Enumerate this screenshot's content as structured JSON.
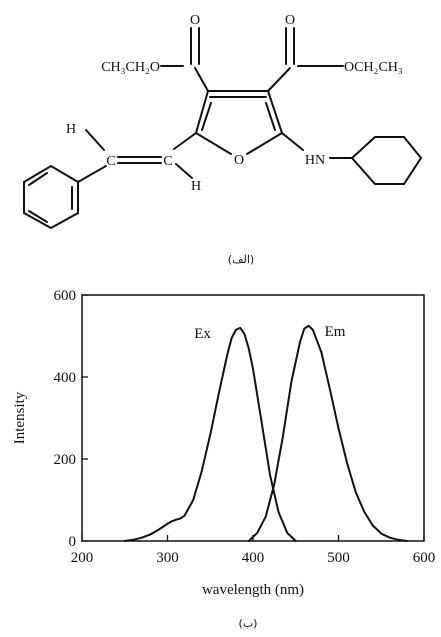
{
  "molecule": {
    "labels": {
      "o_top_left": "O",
      "o_top_right": "O",
      "ester_left": "CH₃CH₂O",
      "ester_right": "OCH₂CH₃",
      "h_top": "H",
      "c_left": "C",
      "c_right": "C",
      "h_bottom": "H",
      "ring_o": "O",
      "hn": "HN"
    }
  },
  "captions": {
    "top": "(الف)",
    "bottom": "(ب)"
  },
  "chart_data": {
    "type": "line",
    "title": "",
    "xlabel": "wavelength (nm)",
    "ylabel": "Intensity",
    "xlim": [
      200,
      600
    ],
    "ylim": [
      0,
      600
    ],
    "xticks": [
      200,
      300,
      400,
      500,
      600
    ],
    "yticks": [
      0,
      200,
      400,
      600
    ],
    "grid": false,
    "series": [
      {
        "name": "Ex",
        "x": [
          250,
          260,
          270,
          280,
          290,
          300,
          305,
          310,
          315,
          320,
          330,
          340,
          350,
          360,
          370,
          375,
          380,
          385,
          390,
          395,
          400,
          410,
          420,
          430,
          440,
          450
        ],
        "y": [
          0,
          3,
          8,
          16,
          28,
          42,
          48,
          52,
          55,
          62,
          100,
          170,
          260,
          360,
          455,
          495,
          515,
          520,
          505,
          470,
          420,
          290,
          160,
          70,
          20,
          0
        ]
      },
      {
        "name": "Em",
        "x": [
          395,
          405,
          415,
          425,
          435,
          445,
          455,
          460,
          465,
          470,
          480,
          490,
          500,
          510,
          520,
          530,
          540,
          550,
          560,
          570,
          580
        ],
        "y": [
          0,
          20,
          60,
          140,
          255,
          390,
          485,
          518,
          525,
          515,
          460,
          370,
          275,
          190,
          120,
          72,
          38,
          18,
          8,
          3,
          0
        ]
      }
    ]
  }
}
